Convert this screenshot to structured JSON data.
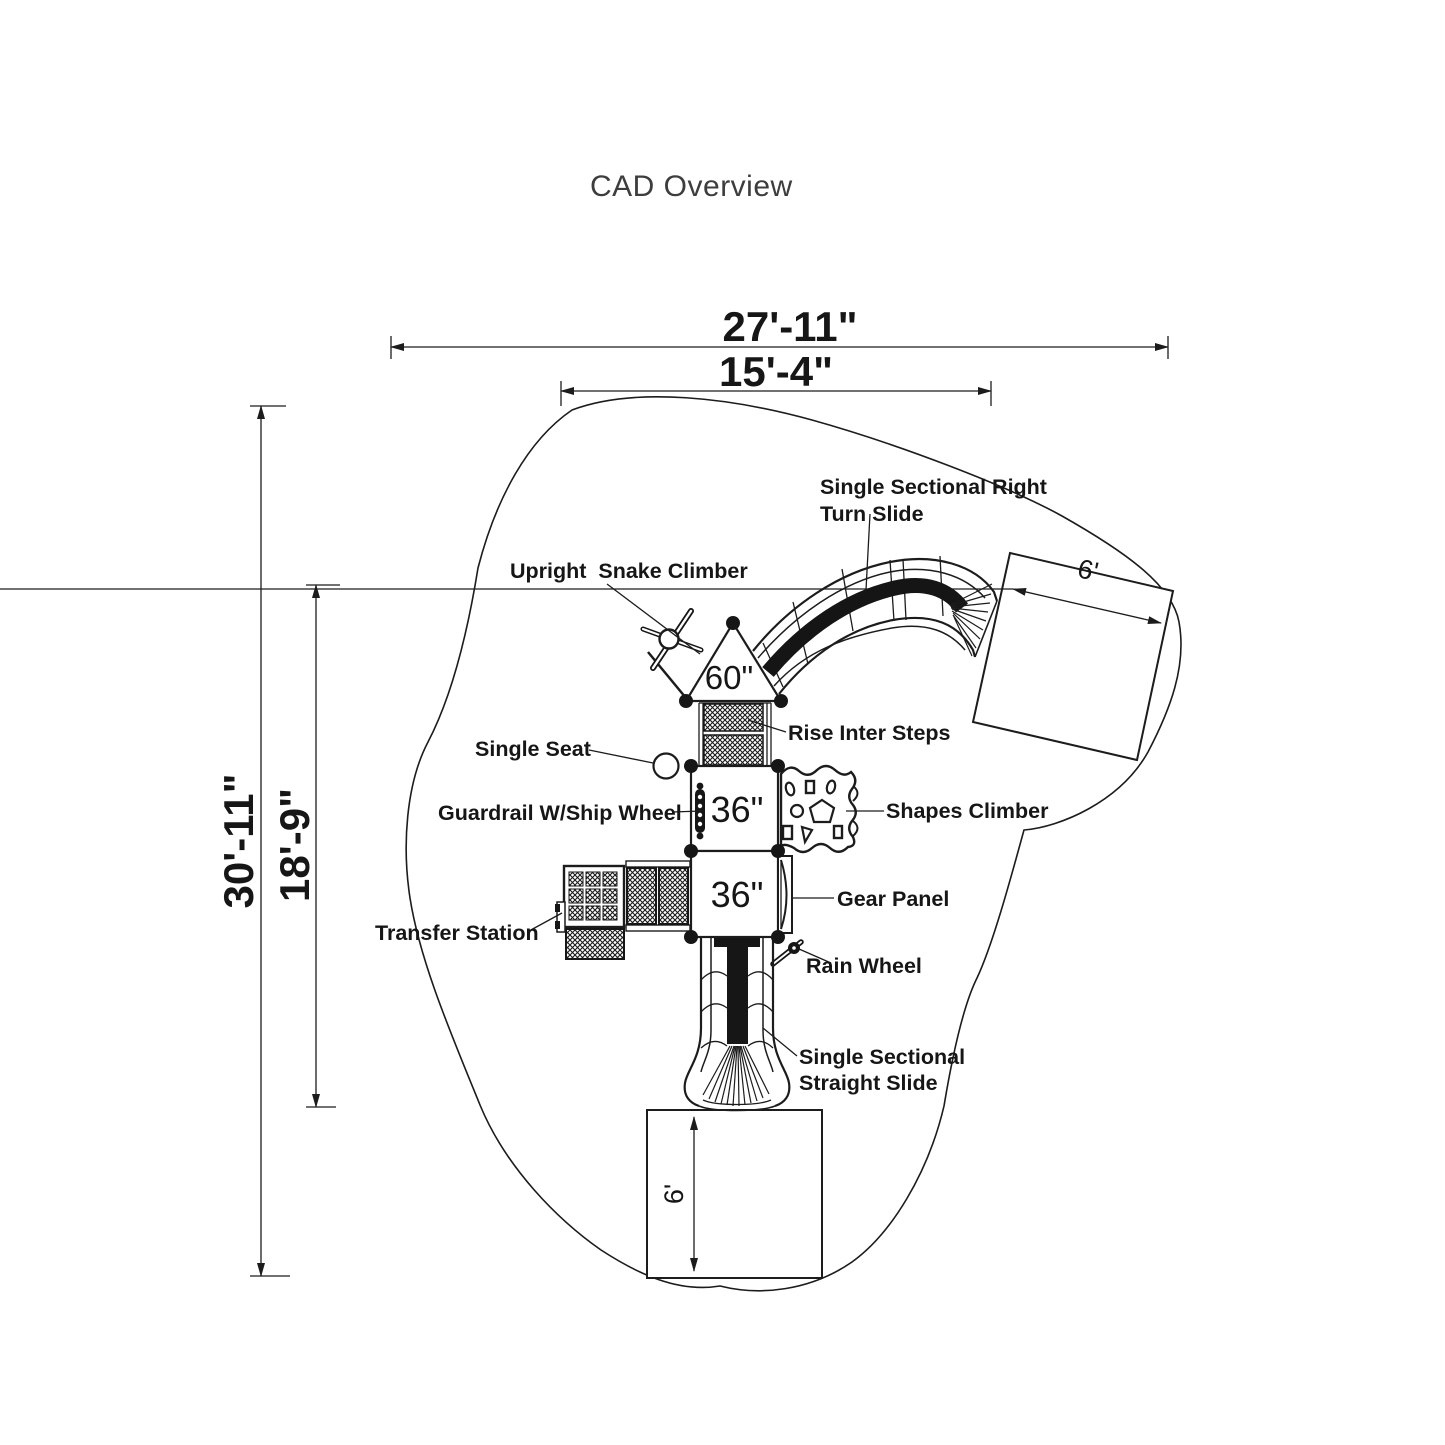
{
  "title": "CAD Overview",
  "dims": {
    "overall_width": "27'-11\"",
    "inner_width": "15'-4\"",
    "overall_height": "30'-11\"",
    "inner_height": "18'-9\"",
    "exit_right": "6'",
    "exit_bottom": "6'"
  },
  "equipment": {
    "turn_slide_line1": "Single Sectional Right",
    "turn_slide_line2": "Turn Slide",
    "snake_climber": "Upright  Snake Climber",
    "single_seat": "Single Seat",
    "rise_steps": "Rise Inter Steps",
    "guardrail": "Guardrail W/Ship Wheel",
    "shapes_climber": "Shapes Climber",
    "transfer_station": "Transfer Station",
    "gear_panel": "Gear Panel",
    "rain_wheel": "Rain Wheel",
    "straight_slide_line1": "Single Sectional",
    "straight_slide_line2": "Straight Slide",
    "tower_height": "60\"",
    "deck1_height": "36\"",
    "deck2_height": "36\""
  },
  "colors": {
    "line": "#1c1c1c",
    "background": "#ffffff",
    "title_text": "#3d3d3d"
  }
}
